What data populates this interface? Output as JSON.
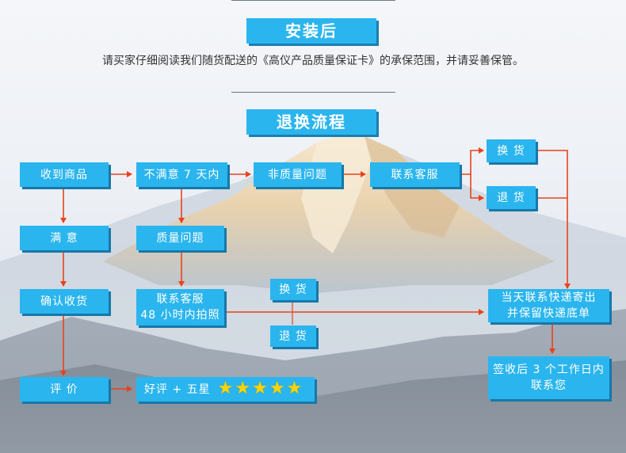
{
  "headings": {
    "after_install": "安装后",
    "return_process": "退换流程"
  },
  "after_install_note": "请买家仔细阅读我们随货配送的《高仪产品质量保证卡》的承保范围，并请妥善保管。",
  "nodes": {
    "receive": "收到商品",
    "not_satisfied": "不满意 7 天内",
    "non_quality": "非质量问题",
    "contact_cs_1": "联系客服",
    "exchange_1": "换 货",
    "return_1": "退 货",
    "satisfied": "满 意",
    "quality_issue": "质量问题",
    "confirm_receipt": "确认收货",
    "contact_cs_2_line1": "联系客服",
    "contact_cs_2_line2": "48 小时内拍照",
    "exchange_2": "换 货",
    "return_2": "退 货",
    "ship_line1": "当天联系快递寄出",
    "ship_line2": "并保留快递底单",
    "sign_line1": "签收后 3 个工作日内",
    "sign_line2": "联系您",
    "review": "评 价",
    "good_review": "好评 + 五星"
  },
  "rating": {
    "stars": 5,
    "max": 5
  },
  "colors": {
    "box": "#2bb5ee",
    "arrow": "#e8431c",
    "star": "#ffd400",
    "text": "#333333"
  }
}
